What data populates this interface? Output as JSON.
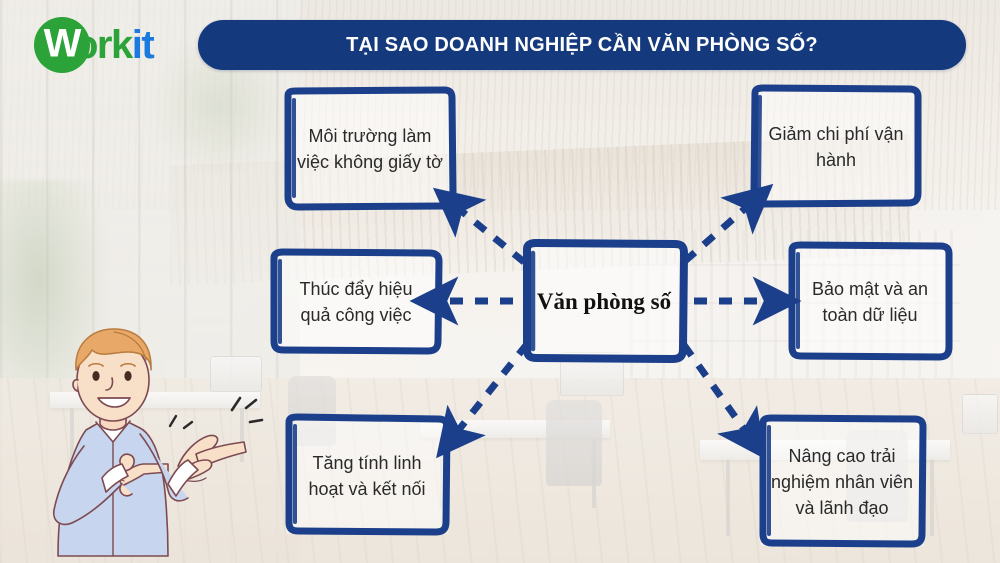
{
  "brand": {
    "logo_mark_letter": "W",
    "logo_text_green": "ork",
    "logo_text_blue": "it",
    "colors": {
      "green": "#2ba338",
      "blue": "#1a7ae0",
      "navy": "#143a7d",
      "box_border": "#1b3f8a"
    }
  },
  "header": {
    "title": "TẠI SAO DOANH NGHIỆP CẦN VĂN PHÒNG SỐ?"
  },
  "diagram": {
    "type": "mind-map",
    "center": {
      "label": "Văn phòng số"
    },
    "nodes": [
      {
        "id": "node-paperless",
        "label": "Môi trường làm việc không giấy tờ",
        "position": "top-left"
      },
      {
        "id": "node-cost",
        "label": "Giảm chi phí vận hành",
        "position": "top-right"
      },
      {
        "id": "node-efficiency",
        "label": "Thúc đẩy hiệu quả công việc",
        "position": "middle-left"
      },
      {
        "id": "node-security",
        "label": "Bảo mật và an toàn dữ liệu",
        "position": "middle-right"
      },
      {
        "id": "node-flexibility",
        "label": "Tăng tính linh hoạt và kết nối",
        "position": "bottom-left"
      },
      {
        "id": "node-experience",
        "label": "Nâng cao trải nghiệm nhân viên và lãnh đạo",
        "position": "bottom-right"
      }
    ],
    "connectors": [
      {
        "from": "center",
        "to": "node-paperless",
        "style": "dashed-arrow",
        "direction": "up-left"
      },
      {
        "from": "center",
        "to": "node-cost",
        "style": "dashed-arrow",
        "direction": "up-right"
      },
      {
        "from": "center",
        "to": "node-efficiency",
        "style": "dashed-arrow",
        "direction": "left"
      },
      {
        "from": "center",
        "to": "node-security",
        "style": "dashed-arrow",
        "direction": "right"
      },
      {
        "from": "center",
        "to": "node-flexibility",
        "style": "dashed-arrow",
        "direction": "down-left"
      },
      {
        "from": "center",
        "to": "node-experience",
        "style": "dashed-arrow",
        "direction": "down-right"
      }
    ]
  },
  "illustration": {
    "character": "man-pointing-right",
    "hair_color": "#e8a868",
    "shirt_color": "#c7d6ee"
  },
  "background": {
    "scene": "modern-office-interior",
    "treatment": "faded-overlay"
  }
}
